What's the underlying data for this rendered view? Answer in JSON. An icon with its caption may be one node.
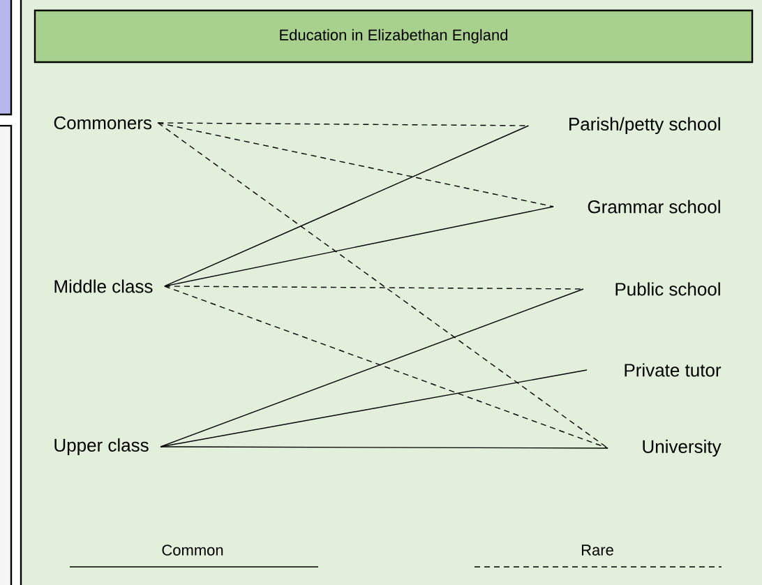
{
  "diagram": {
    "nodes": [
      {
        "text": [
          "Education in Elizabethan England"
        ]
      },
      {
        "text": [
          "Commoners"
        ]
      },
      {
        "text": [
          "Middle class"
        ]
      },
      {
        "text": [
          "Upper class"
        ]
      },
      {
        "text": [
          "Parish/petty school"
        ]
      },
      {
        "text": [
          "Grammar school"
        ]
      },
      {
        "text": [
          "Public school"
        ]
      },
      {
        "text": [
          "Private tutor"
        ]
      },
      {
        "text": [
          "University"
        ]
      }
    ],
    "edges": [
      {
        "from": 1,
        "to": 4,
        "arrow": "none",
        "style": "dashed"
      },
      {
        "from": 1,
        "to": 5,
        "arrow": "none",
        "style": "dashed"
      },
      {
        "from": 1,
        "to": 8,
        "arrow": "none",
        "style": "dashed"
      },
      {
        "from": 2,
        "to": 4,
        "arrow": "none"
      },
      {
        "from": 2,
        "to": 5,
        "arrow": "none"
      },
      {
        "from": 2,
        "to": 6,
        "arrow": "none",
        "style": "dashed"
      },
      {
        "from": 2,
        "to": 8,
        "arrow": "none",
        "style": "dashed"
      },
      {
        "from": 3,
        "to": 6,
        "arrow": "none"
      },
      {
        "from": 3,
        "to": 7,
        "arrow": "none"
      },
      {
        "from": 3,
        "to": 8,
        "arrow": "none"
      }
    ],
    "legend": [
      {
        "text": "Common"
      },
      {
        "text": "Rare"
      }
    ]
  }
}
